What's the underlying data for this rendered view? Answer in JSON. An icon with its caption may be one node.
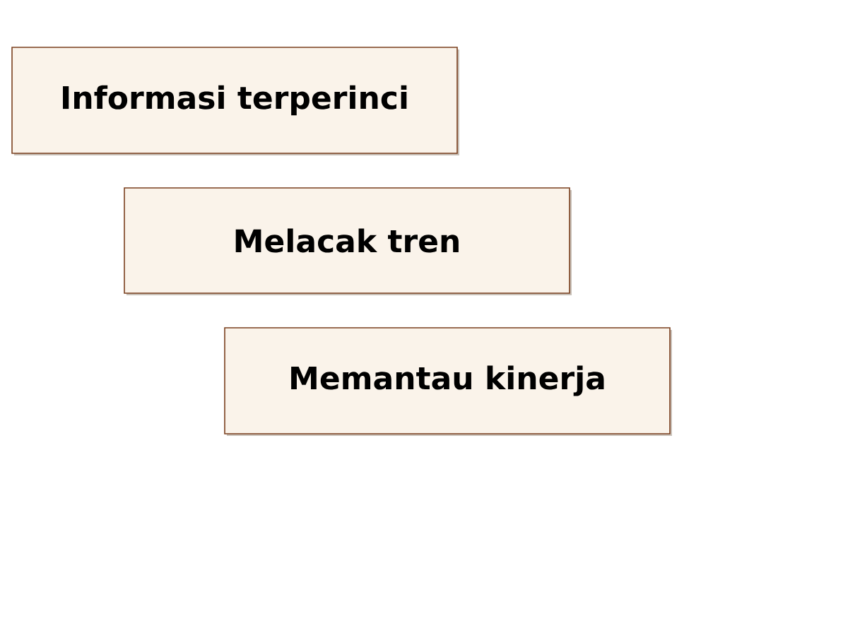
{
  "diagram": {
    "nodes": [
      {
        "text": [
          "Informasi terperinci"
        ]
      },
      {
        "text": [
          "Melacak tren"
        ]
      },
      {
        "text": [
          "Memantau kinerja"
        ]
      }
    ]
  }
}
